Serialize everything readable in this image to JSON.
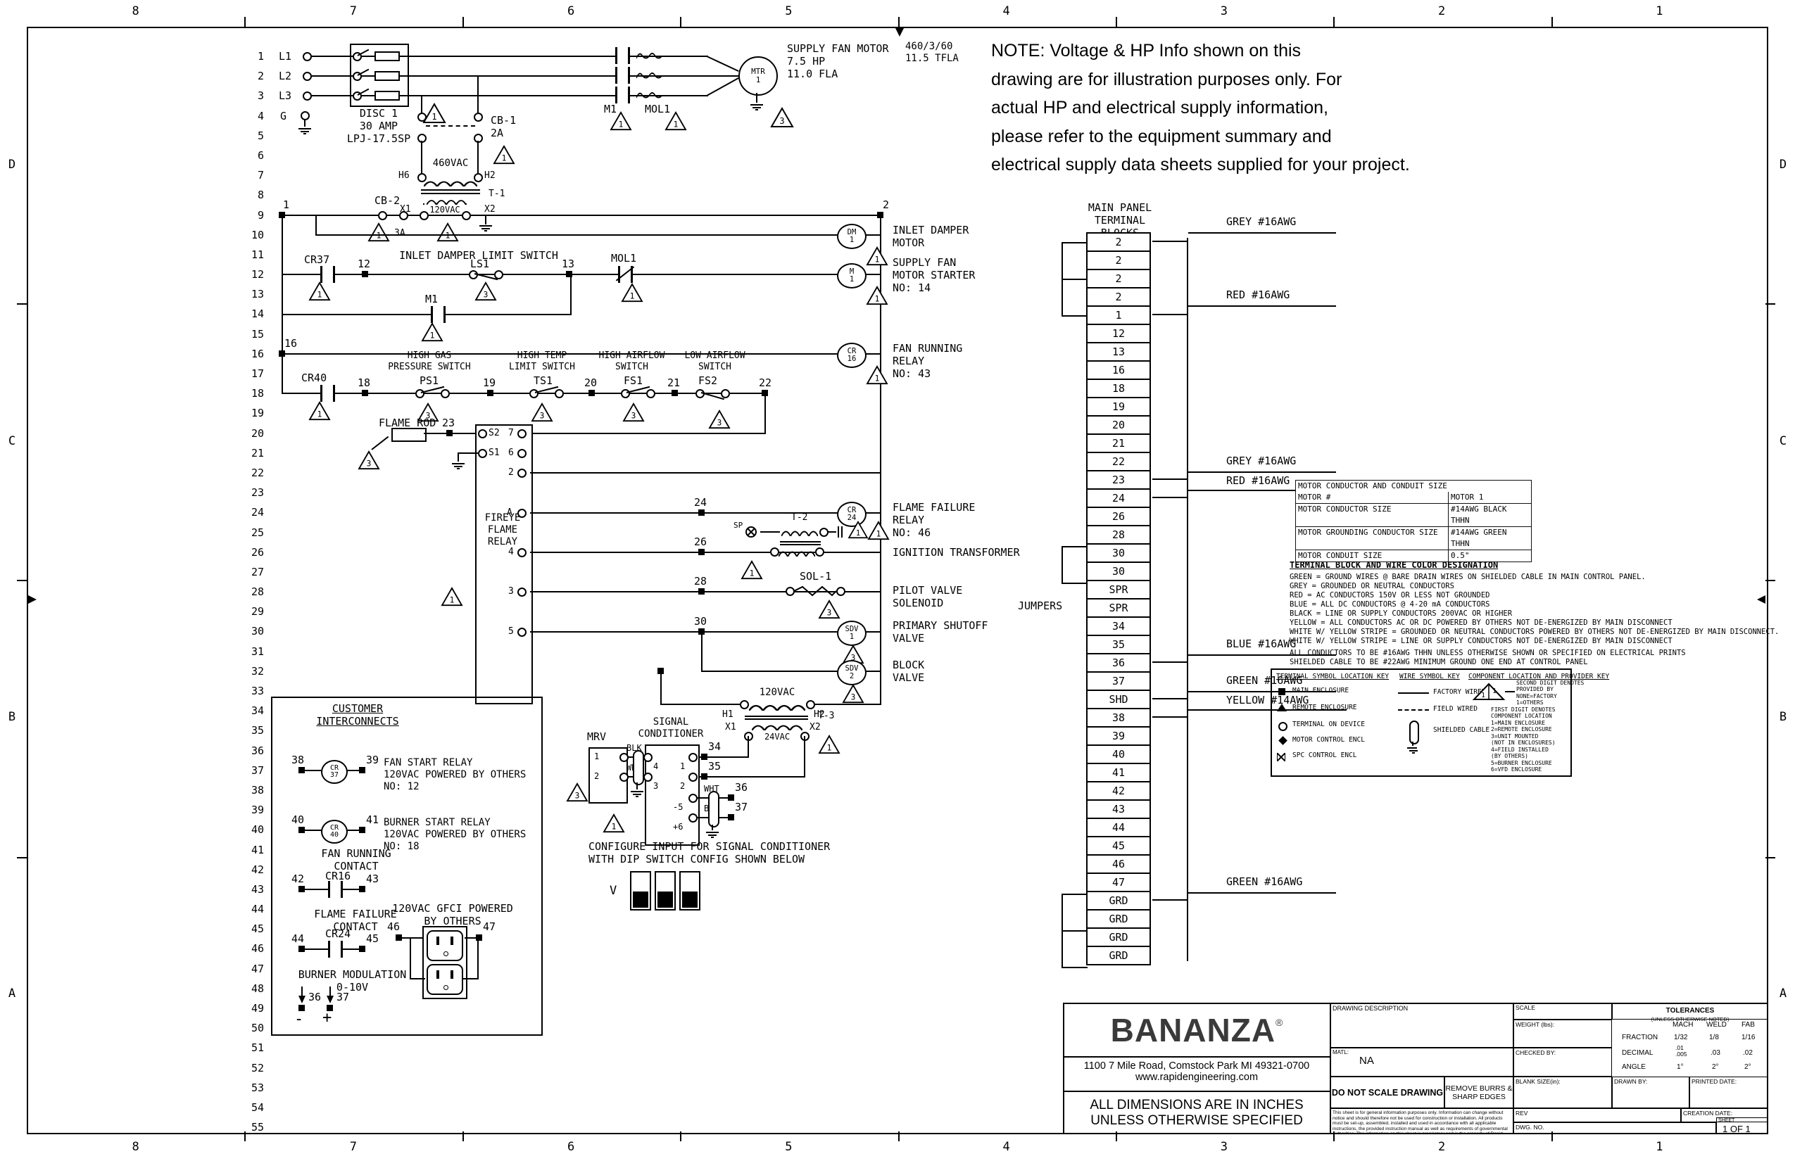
{
  "frame": {
    "cols": [
      "8",
      "7",
      "6",
      "5",
      "4",
      "3",
      "2",
      "1"
    ],
    "rows": [
      "D",
      "C",
      "B",
      "A"
    ]
  },
  "ladder_rows": [
    "1",
    "2",
    "3",
    "4",
    "5",
    "6",
    "7",
    "8",
    "9",
    "10",
    "11",
    "12",
    "13",
    "14",
    "15",
    "16",
    "17",
    "18",
    "19",
    "20",
    "21",
    "22",
    "23",
    "24",
    "25",
    "26",
    "27",
    "28",
    "29",
    "30",
    "31",
    "32",
    "33",
    "34",
    "35",
    "36",
    "37",
    "38",
    "39",
    "40",
    "41",
    "42",
    "43",
    "44",
    "45",
    "46",
    "47",
    "48",
    "49",
    "50",
    "51",
    "52",
    "53",
    "54",
    "55"
  ],
  "markers": {
    "one": "1",
    "three": "3"
  },
  "note": "NOTE: Voltage & HP Info shown on this\ndrawing are for illustration purposes only. For\nactual HP and electrical supply information,\nplease refer to the equipment summary and\nelectrical supply data sheets supplied for your project.",
  "power": {
    "l1": "L1",
    "l2": "L2",
    "l3": "L3",
    "g": "G",
    "disc": "DISC 1\n30 AMP\nLPJ-17.5SP",
    "m1": "M1",
    "mol1": "MOL1",
    "motor_tag": "MTR",
    "motor_num": "1",
    "motor_label": "SUPPLY FAN MOTOR\n7.5 HP\n11.0 FLA",
    "rating": "460/3/60\n11.5 TFLA",
    "cb1": "CB-1\n2A",
    "cb2": "CB-2",
    "cb2_rating": "3A",
    "t1_h6": "H6",
    "t1_h2": "H2",
    "t1_x1": "X1",
    "t1_x2": "X2",
    "t1_pri": "460VAC",
    "t1_sec": "120VAC",
    "t1_tag": "T-1",
    "wire1": "1",
    "wire2": "2"
  },
  "ladder": {
    "cr37": "CR37",
    "w12": "12",
    "ls1_title": "INLET DAMPER LIMIT SWITCH",
    "ls1": "LS1",
    "w13": "13",
    "mol1": "MOL1",
    "m1": "M1",
    "w16": "16",
    "cr40": "CR40",
    "w18": "18",
    "ps1_title": "HIGH GAS\nPRESSURE SWITCH",
    "ps1": "PS1",
    "w19": "19",
    "ts1_title": "HIGH TEMP\nLIMIT SWITCH",
    "ts1": "TS1",
    "w20": "20",
    "fs1_title": "HIGH AIRFLOW\nSWITCH",
    "fs1": "FS1",
    "w21": "21",
    "fs2_title": "LOW AIRFLOW\nSWITCH",
    "fs2": "FS2",
    "w22": "22",
    "flame_rod": "FLAME ROD",
    "w23": "23",
    "w24": "24",
    "w26": "26",
    "w28": "28",
    "w30": "30",
    "sol1": "SOL-1",
    "t2": "T-2",
    "sp": "SP",
    "dm": "DM",
    "dm_n": "1",
    "m": "M",
    "m_n": "1",
    "cr16": "CR",
    "cr16_n": "16",
    "cr24": "CR",
    "cr24_n": "24",
    "sdv1": "SDV",
    "sdv1_n": "1",
    "sdv2": "SDV",
    "sdv2_n": "2"
  },
  "fireye": {
    "label": "FIREYE\nFLAME\nRELAY",
    "s2": "S2",
    "s1": "S1",
    "t7": "7",
    "t6": "6",
    "t2": "2",
    "ta": "A",
    "t4": "4",
    "t3": "3",
    "t5": "5"
  },
  "loads": {
    "inlet_damper": "INLET DAMPER\nMOTOR",
    "supply_fan": "SUPPLY FAN\nMOTOR STARTER\nNO: 14",
    "fan_running": "FAN RUNNING\nRELAY\nNO: 43",
    "flame_failure": "FLAME FAILURE\nRELAY\nNO: 46",
    "ignition": "IGNITION TRANSFORMER",
    "pilot": "PILOT VALVE\nSOLENOID",
    "primary": "PRIMARY SHUTOFF\nVALVE",
    "block": "BLOCK\nVALVE"
  },
  "t3": {
    "h1": "H1",
    "h2": "H2",
    "x1": "X1",
    "x2": "X2",
    "pri": "120VAC",
    "sec": "24VAC",
    "tag": "T-3"
  },
  "signal": {
    "mrv": "MRV",
    "mrv1": "1",
    "mrv2": "2",
    "blk": "BLK",
    "wht": "WHT",
    "title": "SIGNAL\nCONDITIONER",
    "t4": "4",
    "t3": "3",
    "t1": "1",
    "t2": "2",
    "t5": "-5",
    "t6": "+6",
    "w34": "34",
    "w35": "35",
    "w36": "36",
    "w37": "37",
    "wht2": "WHT",
    "blk2": "BLK",
    "config": "CONFIGURE INPUT FOR SIGNAL CONDITIONER\nWITH DIP SWITCH CONFIG SHOWN BELOW",
    "dip_label": "V"
  },
  "interconnects": {
    "title": "CUSTOMER\nINTERCONNECTS",
    "n38": "38",
    "n39": "39",
    "cr37": "CR",
    "cr37_n": "37",
    "fan_start": "FAN START RELAY\n120VAC POWERED BY OTHERS\nNO: 12",
    "n40": "40",
    "n41": "41",
    "cr40": "CR",
    "cr40_n": "40",
    "burner_start": "BURNER START RELAY\n120VAC POWERED BY OTHERS\nNO: 18",
    "fan_contact": "FAN RUNNING\nCONTACT",
    "cr16": "CR16",
    "n42": "42",
    "n43": "43",
    "flame_contact": "FLAME FAILURE\nCONTACT",
    "cr24": "CR24",
    "n44": "44",
    "n45": "45",
    "burner_mod": "BURNER MODULATION\n0-10V",
    "n36": "36",
    "n37": "37",
    "minus": "-",
    "plus": "+",
    "gfci": "120VAC GFCI POWERED\nBY OTHERS",
    "n46": "46",
    "n47": "47"
  },
  "terminal_panel": {
    "title": "MAIN PANEL\nTERMINAL\nBLOCKS",
    "jumpers": "JUMPERS",
    "blocks": [
      "2",
      "2",
      "2",
      "2",
      "1",
      "12",
      "13",
      "16",
      "18",
      "19",
      "20",
      "21",
      "22",
      "23",
      "24",
      "26",
      "28",
      "30",
      "30",
      "SPR",
      "SPR",
      "34",
      "35",
      "36",
      "37",
      "SHD",
      "38",
      "39",
      "40",
      "41",
      "42",
      "43",
      "44",
      "45",
      "46",
      "47",
      "GRD",
      "GRD",
      "GRD",
      "GRD"
    ],
    "wire_labels": [
      "GREY #16AWG",
      "RED #16AWG",
      "GREY #16AWG",
      "RED #16AWG",
      "BLUE #16AWG",
      "GREEN #16AWG",
      "YELLOW #14AWG",
      "GREEN #16AWG"
    ]
  },
  "motor_table": {
    "header": "MOTOR CONDUCTOR AND CONDUIT SIZE",
    "rows": [
      {
        "k": "MOTOR #",
        "v": "MOTOR 1"
      },
      {
        "k": "MOTOR CONDUCTOR SIZE",
        "v": "#14AWG BLACK THHN"
      },
      {
        "k": "MOTOR GROUNDING CONDUCTOR SIZE",
        "v": "#14AWG GREEN THHN"
      },
      {
        "k": "MOTOR CONDUIT SIZE",
        "v": "0.5\""
      }
    ]
  },
  "wire_key": {
    "title": "TERMINAL BLOCK AND WIRE COLOR DESIGNATION",
    "lines": "GREEN  = GROUND WIRES @ BARE DRAIN WIRES ON SHIELDED CABLE IN MAIN CONTROL PANEL.\nGREY   = GROUNDED OR NEUTRAL CONDUCTORS\nRED    = AC CONDUCTORS 150V OR LESS NOT GROUNDED\nBLUE   = ALL DC CONDUCTORS @ 4-20 mA CONDUCTORS\nBLACK  = LINE OR SUPPLY CONDUCTORS 200VAC OR HIGHER\nYELLOW = ALL CONDUCTORS AC OR DC POWERED BY OTHERS NOT DE-ENERGIZED BY MAIN DISCONNECT\nWHITE W/ YELLOW STRIPE = GROUNDED OR NEUTRAL CONDUCTORS POWERED BY OTHERS NOT DE-ENERGIZED BY MAIN DISCONNECT.\nWHITE W/ YELLOW STRIPE = LINE OR SUPPLY CONDUCTORS NOT DE-ENERGIZED BY MAIN DISCONNECT",
    "notes": "ALL CONDUCTORS TO BE #16AWG THHN UNLESS OTHERWISE SHOWN OR SPECIFIED ON ELECTRICAL PRINTS\nSHIELDED CABLE TO BE #22AWG MINIMUM GROUND ONE END AT CONTROL PANEL"
  },
  "legend": {
    "col1_title": "TERMINAL SYMBOL LOCATION KEY",
    "i_main": "MAIN ENCLOSURE",
    "i_remote": "REMOTE ENCLOSURE",
    "i_device": "TERMINAL ON DEVICE",
    "i_mcc": "MOTOR CONTROL ENCL",
    "i_spc": "SPC CONTROL ENCL",
    "col2_title": "WIRE SYMBOL KEY",
    "w_factory": "FACTORY WIRED",
    "w_field": "FIELD WIRED",
    "w_shield": "SHIELDED CABLE",
    "col3_title": "COMPONENT LOCATION AND PROVIDER KEY",
    "tri_first": "1",
    "tri_second": "1",
    "second_digit": "SECOND DIGIT DENOTES\nPROVIDED BY\nNONE=FACTORY\n1=OTHERS",
    "first_digit": "FIRST DIGIT DENOTES\nCOMPONENT LOCATION\n1=MAIN ENCLOSURE\n2=REMOTE ENCLOSURE\n3=UNIT MOUNTED\n(NOT IN ENCLOSURES)\n4=FIELD INSTALLED\n(BY OTHERS)\n5=BURNER ENCLOSURE\n6=VFD ENCLOSURE"
  },
  "title_block": {
    "logo": "BANANZA",
    "reg": "®",
    "address": "1100 7 Mile Road, Comstock Park MI 49321-0700",
    "website": "www.rapidengineering.com",
    "dims": "ALL DIMENSIONS ARE IN INCHES\nUNLESS OTHERWISE SPECIFIED",
    "drawing_desc": "DRAWING DESCRIPTION",
    "matl_label": "MATL:",
    "matl_value": "NA",
    "do_not_scale": "DO NOT SCALE DRAWING",
    "remove_burrs": "REMOVE BURRS &\nSHARP EDGES",
    "disclaimer": "This sheet is for general information purposes only. Information can change without notice and should therefore not be used for construction or installation. All products must be set-up, assembled, installed and used in accordance with all applicable instructions, the provided instruction manual as well as requirements of governmental authorities. The information on this sheet is proprietary and is the property of Rapid Engineering LLC.",
    "scale": "SCALE",
    "weight": "WEIGHT (lbs):",
    "checked": "CHECKED BY:",
    "blank_size": "BLANK SIZE(in):",
    "tolerances": "TOLERANCES",
    "tol_note": "(UNLESS OTHERWISE NOTED)",
    "tol_mach": "MACH",
    "tol_weld": "WELD",
    "tol_fab": "FAB",
    "fraction": "FRACTION",
    "fraction_v": [
      "1/32",
      "1/8",
      "1/16"
    ],
    "decimal": "DECIMAL",
    "decimal_v": [
      ".01\n.005",
      ".03",
      ".02"
    ],
    "angle": "ANGLE",
    "angle_v": [
      "1°",
      "2°",
      "2°"
    ],
    "drawn_by": "DRAWN BY:",
    "printed": "PRINTED DATE:",
    "rev": "REV",
    "creation": "CREATION DATE:",
    "dwg_no": "DWG. NO.",
    "sheet_label": "SHEET",
    "sheet": "1 OF 1"
  }
}
